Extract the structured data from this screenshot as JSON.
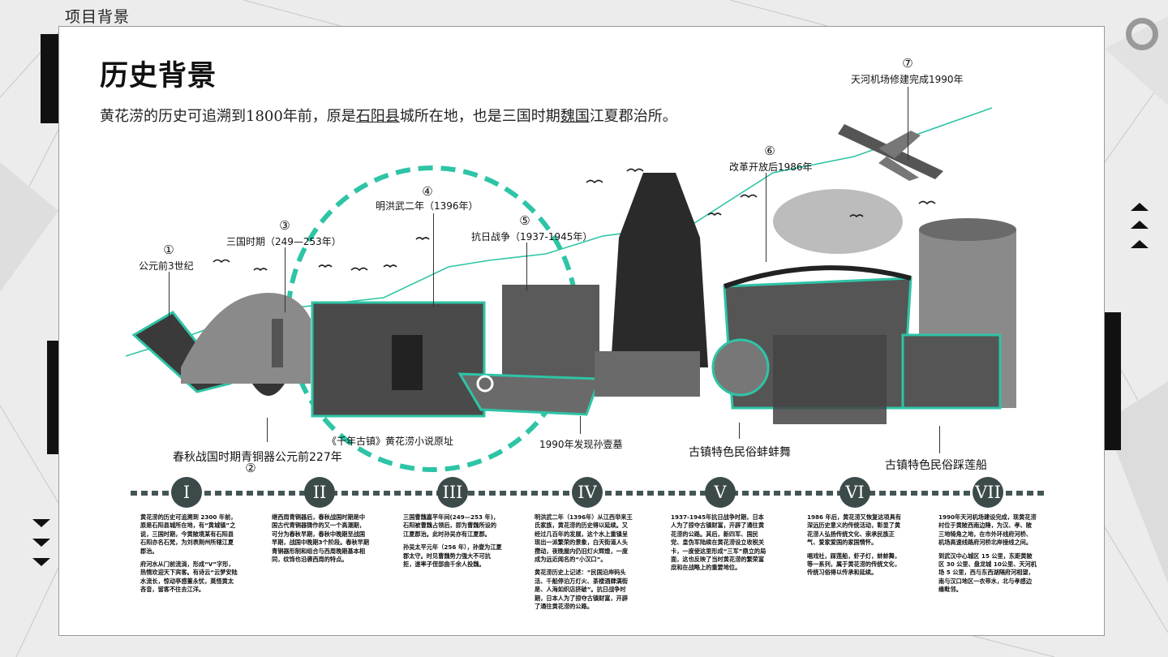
{
  "page": {
    "section_title": "项目背景",
    "heading": "历史背景",
    "intro": {
      "before": "黄花涝的历史可追溯到1800年前，原是",
      "link1": "石阳县",
      "middle": "城所在地，也是三国时期",
      "link2": "魏国",
      "after": "江夏郡治所。"
    }
  },
  "colors": {
    "accent": "#2ec4a6",
    "dark": "#111111",
    "circle": "#3c4a4a"
  },
  "markers": [
    {
      "num": "①",
      "label": "公元前3世纪"
    },
    {
      "num": "②",
      "label": "春秋战国时期青铜器公元前227年"
    },
    {
      "num": "③",
      "label": "三国时期（249—253年）"
    },
    {
      "num": "④",
      "label": "明洪武二年（1396年）"
    },
    {
      "num": "⑤",
      "label": "抗日战争（1937-1945年）"
    },
    {
      "num": "⑥",
      "label": "改革开放后1986年"
    },
    {
      "num": "⑦",
      "label": "天河机场修建完成1990年"
    }
  ],
  "captions": {
    "novel": "《千年古镇》黄花涝小说原址",
    "tomb": "1990年发现孙壹墓",
    "dance": "古镇特色民俗蚌蚌舞",
    "boat": "古镇特色民俗踩莲船"
  },
  "timeline": [
    {
      "roman": "I",
      "paragraphs": [
        "黄花涝的历史可追溯到 2300 年前，原是石阳县城所在地，有“黄城镇”之说，三国时期，今黄陂境某有石阳县石阳亦名石梵，为刘表荆州所辖江夏郡治。",
        "府河水从门前流淌，形成“V”字形，热情欢迎天下宾客。有诗云“云梦安陆水流长，惊动亭感董永忧，莫怪黄太吝音，留客不往去江洋。"
      ]
    },
    {
      "roman": "II",
      "paragraphs": [
        "继西周青铜器后，春秋战国时期是中国古代青铜器铸作的又一个高潮期，可分为春秋早期，春秋中晚期至战国早期，战国中晚期3个阶段。春秋早期青铜器形制和组合与西周晚期基本相同，纹饰也沿袭西周的特点。"
      ]
    },
    {
      "roman": "III",
      "paragraphs": [
        "三国曹魏嘉平年间(249—253 年)，石阳被曹魏占领后，即为曹魏所设的江夏郡治。此时孙吴亦有江夏郡。",
        "孙吴太平元年（256 年），孙壹为江夏郡太守。时见曹魏势力强大不可抗拒，遂率子侄部曲千余人投魏。"
      ]
    },
    {
      "roman": "IV",
      "paragraphs": [
        "明洪武二年（1396年）从江西举来王氏家族，黄花涝的历史得以延续。又经过几百年的发展，这个水上重镇呈现出一派繁荣的景象，白天街道人头攒动，夜晚屋内仍旧灯火辉煌，一度成为远近闻名的“小汉口”。",
        "黄花涝历史上记述：“民国沿岸码头活、千船停泊万灯火、茶楼酒肆满街是、人海如织店挤破”。抗日战争时期，日本人为了掠夺古镇财富，开辟了通往黄花涝的公路。"
      ]
    },
    {
      "roman": "V",
      "paragraphs": [
        "1937-1945年抗日战争时期，日本人为了掠夺古镇财富，开辟了通往黄花涝的公路。其后，新四军、国民党、皇伪军陆续在黄花涝设立收税关卡，一度使这里形成“三军”鼎立的局面，这也反映了当时黄花涝的繁荣富庶和在战略上的重要地位。"
      ]
    },
    {
      "roman": "VI",
      "paragraphs": [
        "1986 年后，黄花涝又恢复这项具有深远历史意义的传统活动，彰显了黄花涝人弘扬传统文化、崇承民族正气、爱家爱国的家国情怀。",
        "唱戏社，踩莲船，虾子灯，蚌蚌舞，等一系列，属于黄花涝的传统文化，传统习俗得以传承和延续。"
      ]
    },
    {
      "roman": "VII",
      "paragraphs": [
        "1990年天河机场建设完成，现黄花涝村位于黄陂西南边陲，为汉、孝、陂三地犄角之地，在市外环线府河桥、机场高速线路府河桥北岸接线之间。",
        "到武汉中心城区 15 公里，东距黄陂区 30 公里、盘龙城 10公里、天河机场 5 公里，西与东西湖隔府河相望，南与汉口地区一衣带水，北与孝感边缘毗邻。"
      ]
    }
  ]
}
